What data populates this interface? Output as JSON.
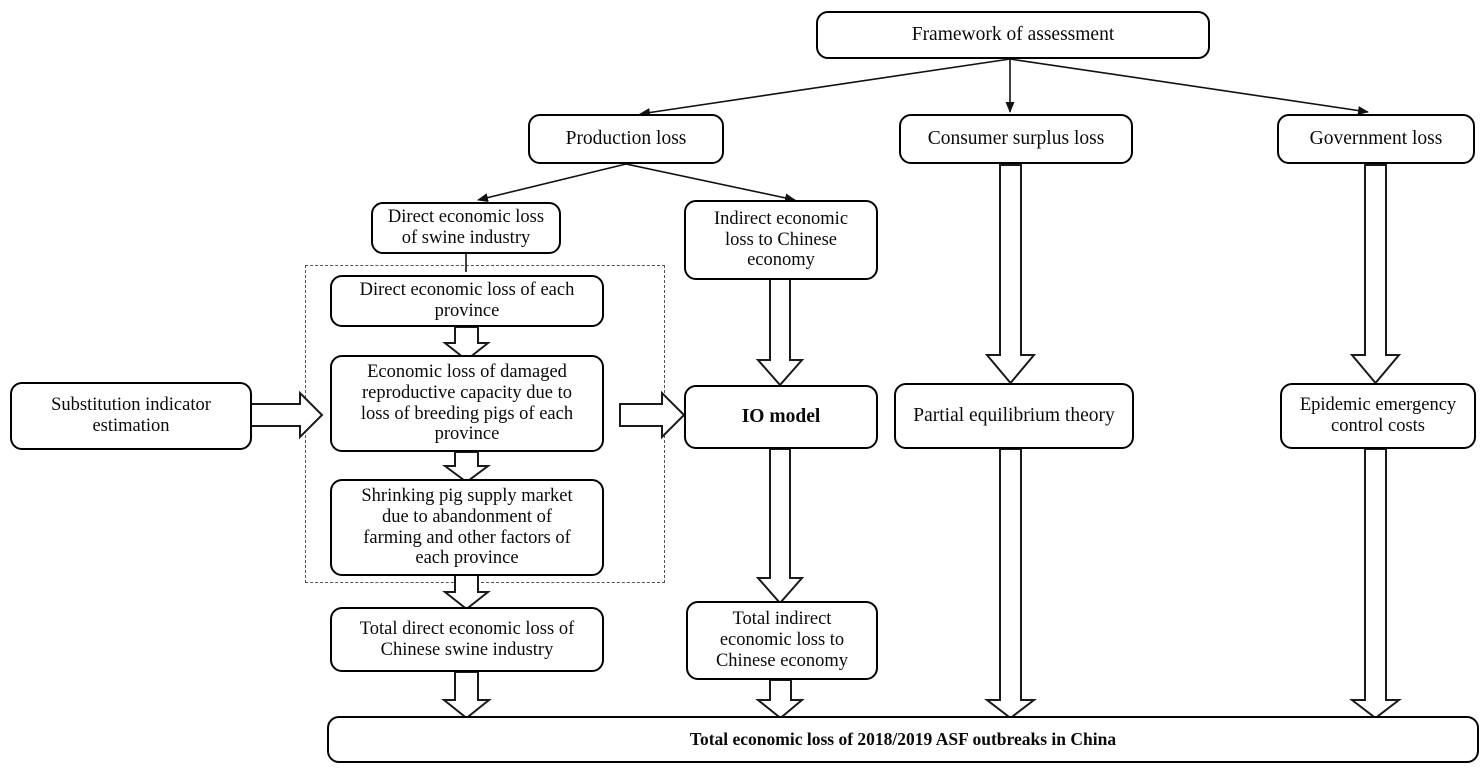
{
  "diagram": {
    "title": "Framework of assessment",
    "nodes": {
      "framework": "Framework of assessment",
      "production_loss": "Production loss",
      "consumer_surplus_loss": "Consumer surplus loss",
      "government_loss": "Government loss",
      "direct_swine": "Direct economic loss of swine industry",
      "indirect_chinese": "Indirect economic loss to Chinese economy",
      "substitution": "Substitution indicator estimation",
      "direct_province": "Direct economic loss of each province",
      "repro_capacity": "Economic loss of damaged reproductive capacity due to loss of breeding pigs of each province",
      "shrinking_market": "Shrinking pig supply market due to abandonment of farming and other factors of each province",
      "io_model": "IO model",
      "partial_equilibrium": "Partial equilibrium theory",
      "epidemic_costs": "Epidemic emergency control costs",
      "total_direct": "Total direct economic loss of Chinese swine industry",
      "total_indirect": "Total indirect economic loss to Chinese economy",
      "total_loss": "Total economic loss of 2018/2019 ASF outbreaks in China"
    },
    "node_lines": {
      "direct_swine": [
        "Direct economic loss",
        "of swine industry"
      ],
      "indirect_chinese": [
        "Indirect economic",
        "loss to Chinese",
        "economy"
      ],
      "substitution": [
        "Substitution indicator",
        "estimation"
      ],
      "direct_province": [
        "Direct economic loss of each",
        "province"
      ],
      "repro_capacity": [
        "Economic loss of damaged",
        "reproductive capacity due to",
        "loss of breeding pigs of each",
        "province"
      ],
      "shrinking_market": [
        "Shrinking pig supply market",
        "due to abandonment of",
        "farming and other factors of",
        "each province"
      ],
      "epidemic_costs": [
        "Epidemic emergency",
        "control costs"
      ],
      "total_direct": [
        "Total direct economic loss of",
        "Chinese swine industry"
      ],
      "total_indirect": [
        "Total indirect",
        "economic loss to",
        "Chinese economy"
      ]
    },
    "group_label": "dashed-province-level-group",
    "colors": {
      "stroke": "#000000",
      "background": "#ffffff",
      "dashed_stroke": "#555555",
      "text": "#0a0a0a"
    }
  }
}
